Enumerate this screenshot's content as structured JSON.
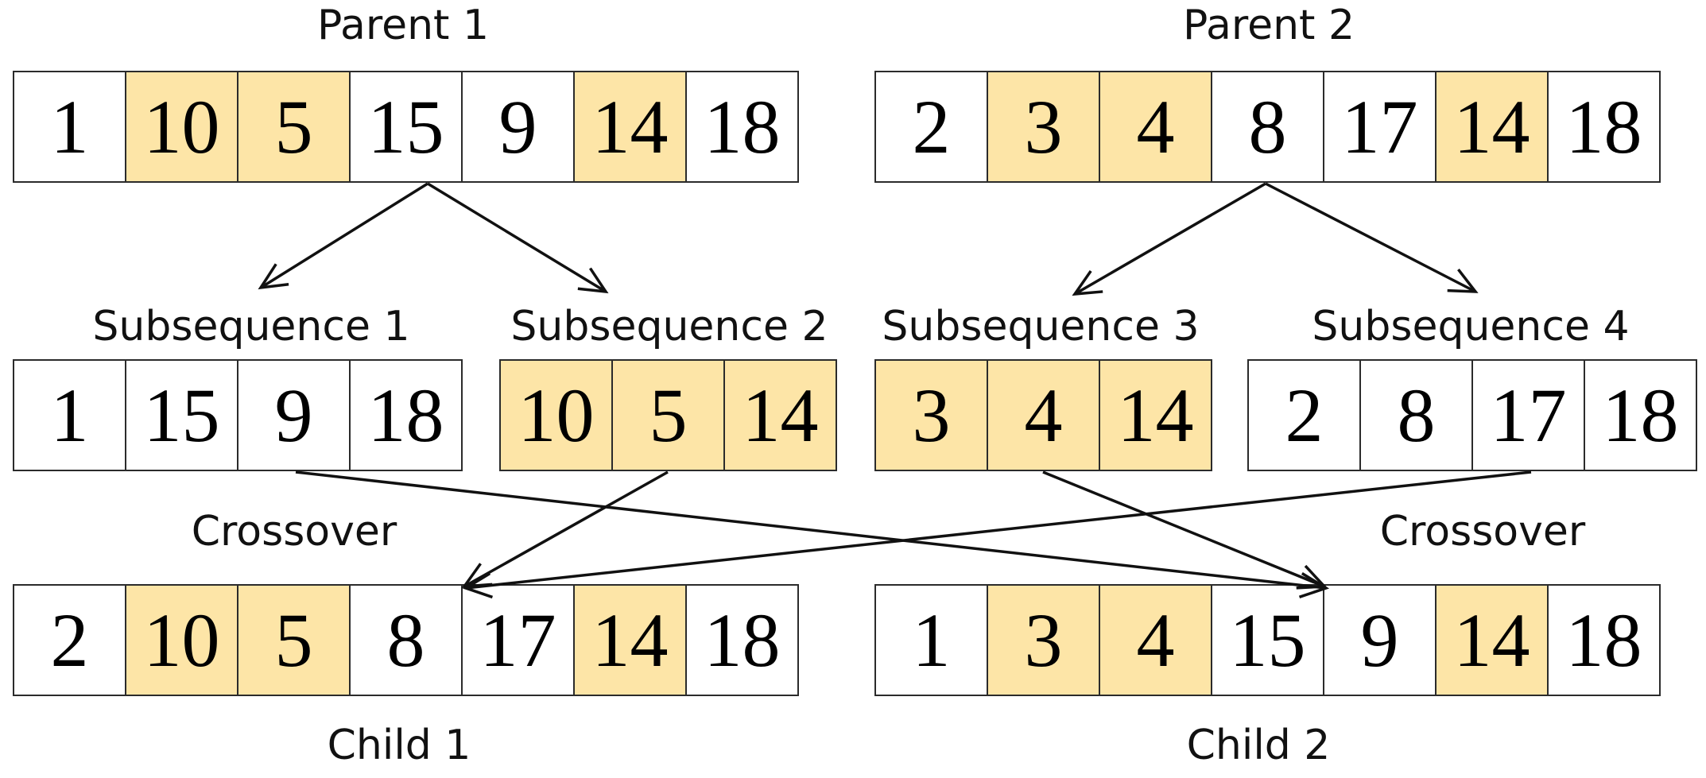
{
  "colors": {
    "highlight": "#fde5a7",
    "plain": "#ffffff",
    "border": "#2b2b2b",
    "arrow": "#111111"
  },
  "labels": {
    "parent1": "Parent 1",
    "parent2": "Parent 2",
    "sub1": "Subsequence 1",
    "sub2": "Subsequence 2",
    "sub3": "Subsequence 3",
    "sub4": "Subsequence 4",
    "crossover_left": "Crossover",
    "crossover_right": "Crossover",
    "child1": "Child 1",
    "child2": "Child 2"
  },
  "strips": {
    "parent1": [
      {
        "value": "1",
        "highlight": false
      },
      {
        "value": "10",
        "highlight": true
      },
      {
        "value": "5",
        "highlight": true
      },
      {
        "value": "15",
        "highlight": false
      },
      {
        "value": "9",
        "highlight": false
      },
      {
        "value": "14",
        "highlight": true
      },
      {
        "value": "18",
        "highlight": false
      }
    ],
    "parent2": [
      {
        "value": "2",
        "highlight": false
      },
      {
        "value": "3",
        "highlight": true
      },
      {
        "value": "4",
        "highlight": true
      },
      {
        "value": "8",
        "highlight": false
      },
      {
        "value": "17",
        "highlight": false
      },
      {
        "value": "14",
        "highlight": true
      },
      {
        "value": "18",
        "highlight": false
      }
    ],
    "sub1": [
      {
        "value": "1",
        "highlight": false
      },
      {
        "value": "15",
        "highlight": false
      },
      {
        "value": "9",
        "highlight": false
      },
      {
        "value": "18",
        "highlight": false
      }
    ],
    "sub2": [
      {
        "value": "10",
        "highlight": true
      },
      {
        "value": "5",
        "highlight": true
      },
      {
        "value": "14",
        "highlight": true
      }
    ],
    "sub3": [
      {
        "value": "3",
        "highlight": true
      },
      {
        "value": "4",
        "highlight": true
      },
      {
        "value": "14",
        "highlight": true
      }
    ],
    "sub4": [
      {
        "value": "2",
        "highlight": false
      },
      {
        "value": "8",
        "highlight": false
      },
      {
        "value": "17",
        "highlight": false
      },
      {
        "value": "18",
        "highlight": false
      }
    ],
    "child1": [
      {
        "value": "2",
        "highlight": false
      },
      {
        "value": "10",
        "highlight": true
      },
      {
        "value": "5",
        "highlight": true
      },
      {
        "value": "8",
        "highlight": false
      },
      {
        "value": "17",
        "highlight": false
      },
      {
        "value": "14",
        "highlight": true
      },
      {
        "value": "18",
        "highlight": false
      }
    ],
    "child2": [
      {
        "value": "1",
        "highlight": false
      },
      {
        "value": "3",
        "highlight": true
      },
      {
        "value": "4",
        "highlight": true
      },
      {
        "value": "15",
        "highlight": false
      },
      {
        "value": "9",
        "highlight": false
      },
      {
        "value": "14",
        "highlight": true
      },
      {
        "value": "18",
        "highlight": false
      }
    ]
  }
}
